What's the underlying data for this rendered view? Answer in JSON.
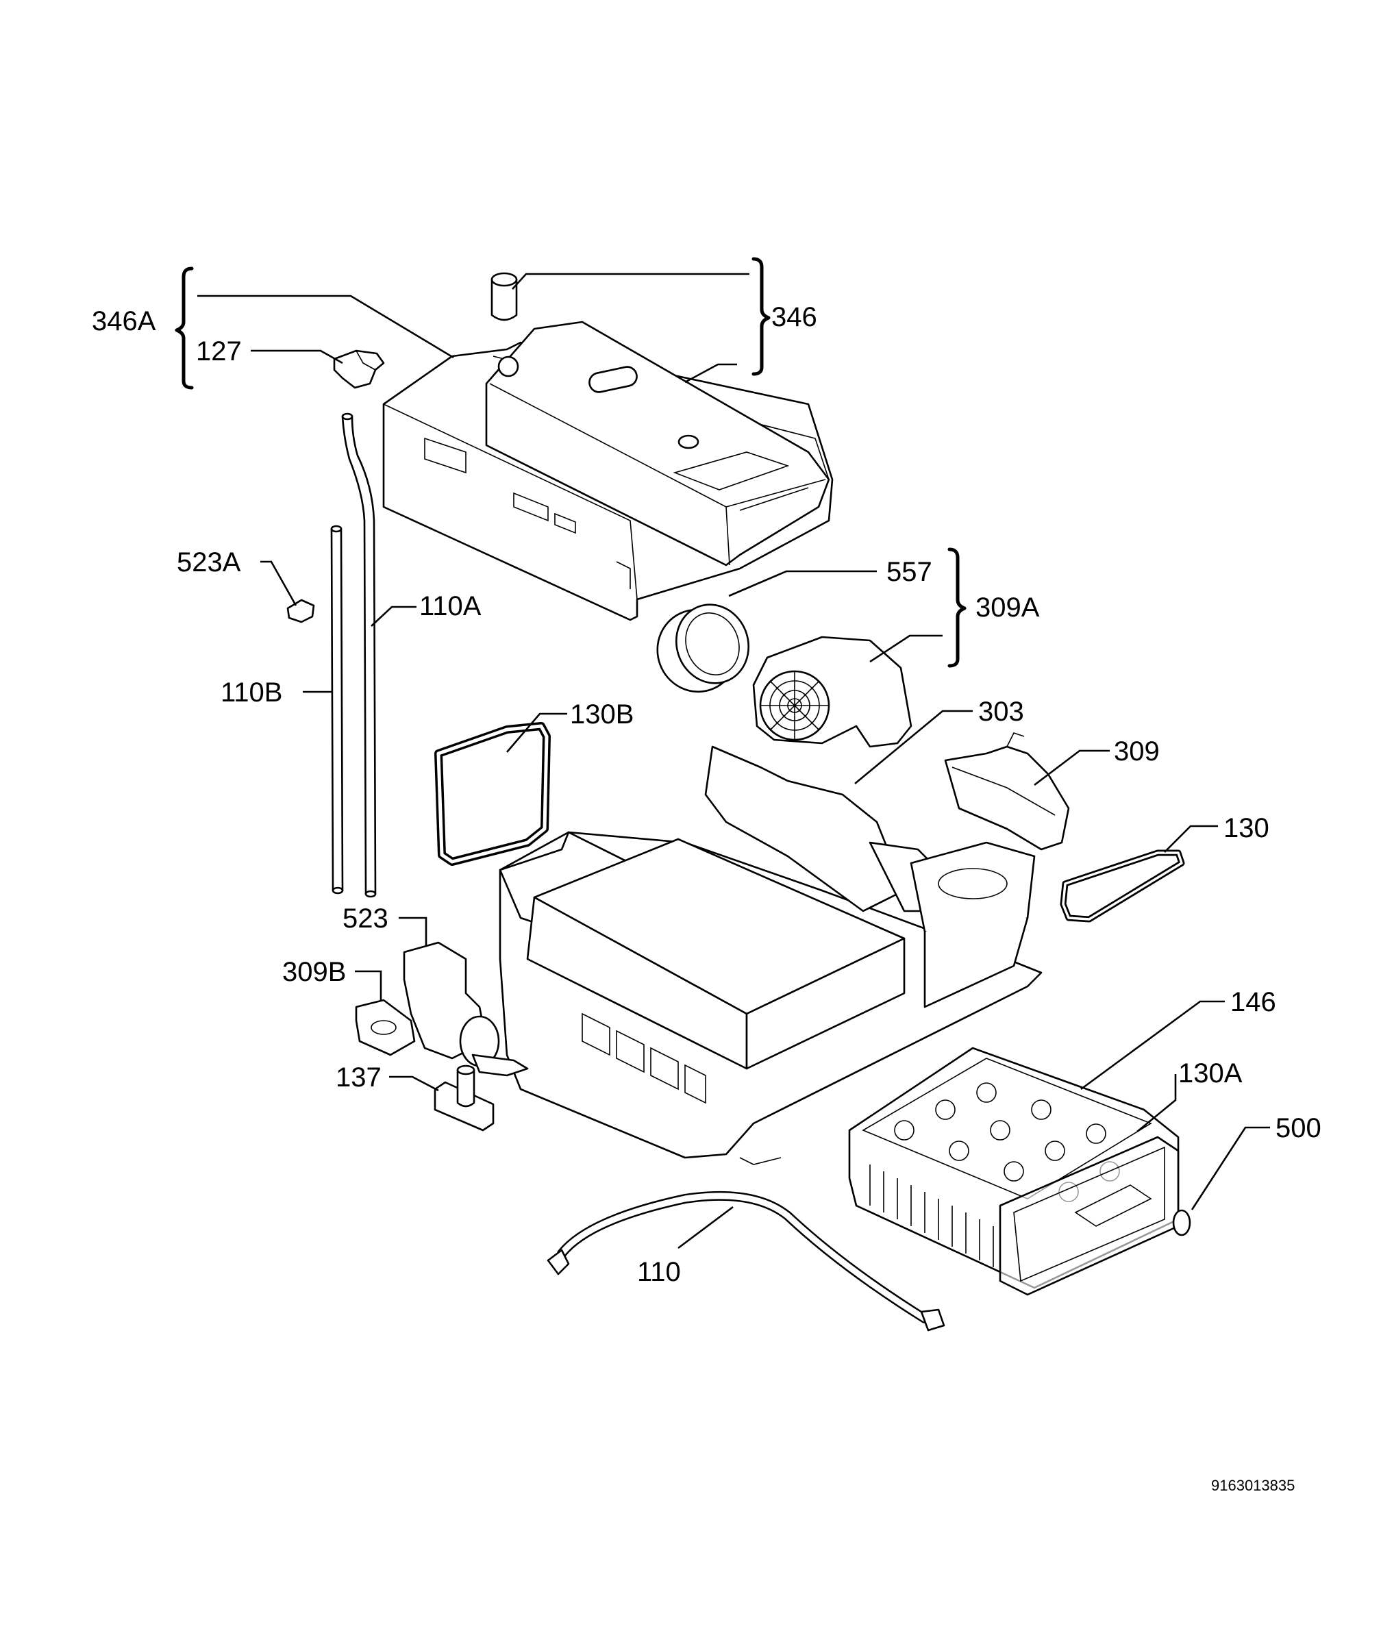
{
  "labels": {
    "l346A": "346A",
    "l127": "127",
    "l346": "346",
    "l523A": "523A",
    "l110A": "110A",
    "l110B": "110B",
    "l557": "557",
    "l309A": "309A",
    "l130B": "130B",
    "l303": "303",
    "l309": "309",
    "l130": "130",
    "l523": "523",
    "l309B": "309B",
    "l137": "137",
    "l146": "146",
    "l130A": "130A",
    "l500": "500",
    "l110": "110"
  },
  "drawing_code": "9163013835"
}
